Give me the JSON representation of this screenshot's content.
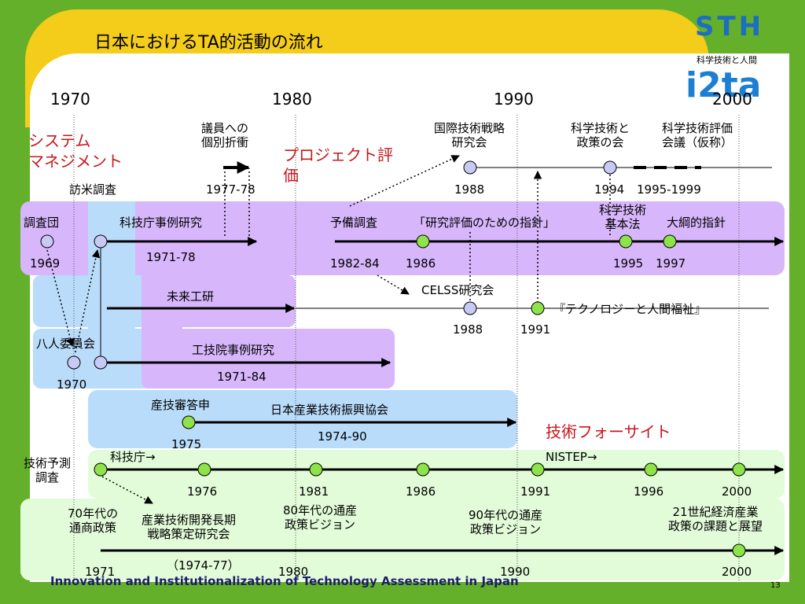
{
  "title": "日本におけるTA的活動の流れ",
  "years_axis": [
    "1970",
    "1980",
    "1990",
    "2000"
  ],
  "logo": {
    "top_text": "科学技術と人間",
    "main_text": "i2ta",
    "sub_text": "STH"
  },
  "section_labels": {
    "system_mgmt": "システム\nマネジメント",
    "project_eval": "プロジェクト評\n価",
    "tech_foresight": "技術フォーサイト"
  },
  "labels": {
    "giin": "議員への\n個別折衝",
    "giin_year": "1977-78",
    "houbei": "訪米調査",
    "kokusai": "国際技術戦略\n研究会",
    "kokusai_year": "1988",
    "kagaku_seisaku": "科学技術と\n政策の会",
    "kagaku_seisaku_year": "1994",
    "kaigi": "科学技術評価\n会議（仮称）",
    "kaigi_year": "1995-1999",
    "chosadan": "調査団",
    "chosadan_year": "1969",
    "kagicho_jirei": "科技庁事例研究",
    "kagicho_jirei_year": "1971-78",
    "yobi": "予備調査",
    "yobi_year": "1982-84",
    "shishin": "「研究評価のための指針」",
    "shishin_year": "1986",
    "kihonho": "科学技術\n基本法",
    "kihonho_year": "1995",
    "taiko": "大綱的指針",
    "taiko_year": "1997",
    "celss": "CELSS研究会",
    "celss_year": "1988",
    "mirai": "未来工研",
    "tech_fukushi": "『テクノロジーと人間福祉』",
    "tech_fukushi_year": "1991",
    "hachinin": "八人委員会",
    "hachinin_year": "1970",
    "kogiin": "工技院事例研究",
    "kogiin_year": "1971-84",
    "sangishin": "産技審答申",
    "sangishin_year": "1975",
    "shinko": "日本産業技術振興協会",
    "shinko_year": "1974-90",
    "yosoku": "技術予測\n調査",
    "kagicho_arrow": "科技庁→",
    "nistep": "NISTEP→",
    "f1976": "1976",
    "f1981": "1981",
    "f1986": "1986",
    "f1991": "1991",
    "f1996": "1996",
    "f2000": "2000",
    "tsusho70": "70年代の\n通商政策",
    "sangyo_choki": "産業技術開発長期\n戦略策定研究会",
    "tsusan80": "80年代の通産\n政策ビジョン",
    "tsusan90": "90年代の通産\n政策ビジョン",
    "c21": "21世紀経済産業\n政策の課題と展望",
    "sangyo_choki_year": "（1974-77）",
    "b1971": "1971",
    "b1980": "1980",
    "b1990": "1990",
    "b2000": "2000"
  },
  "footer": "Innovation and Institutionalization of Technology Assessment in Japan",
  "page_number": "13",
  "colors": {
    "background": "#65b02a",
    "yellow": "#f4cc1a",
    "purple_band": "#d8b6fb",
    "blue_band": "#b9dcfb",
    "green_band": "#e2fcd9",
    "lavender_node": "#c9c9f5",
    "green_node": "#8ee24a",
    "red_text": "#c5191c"
  }
}
